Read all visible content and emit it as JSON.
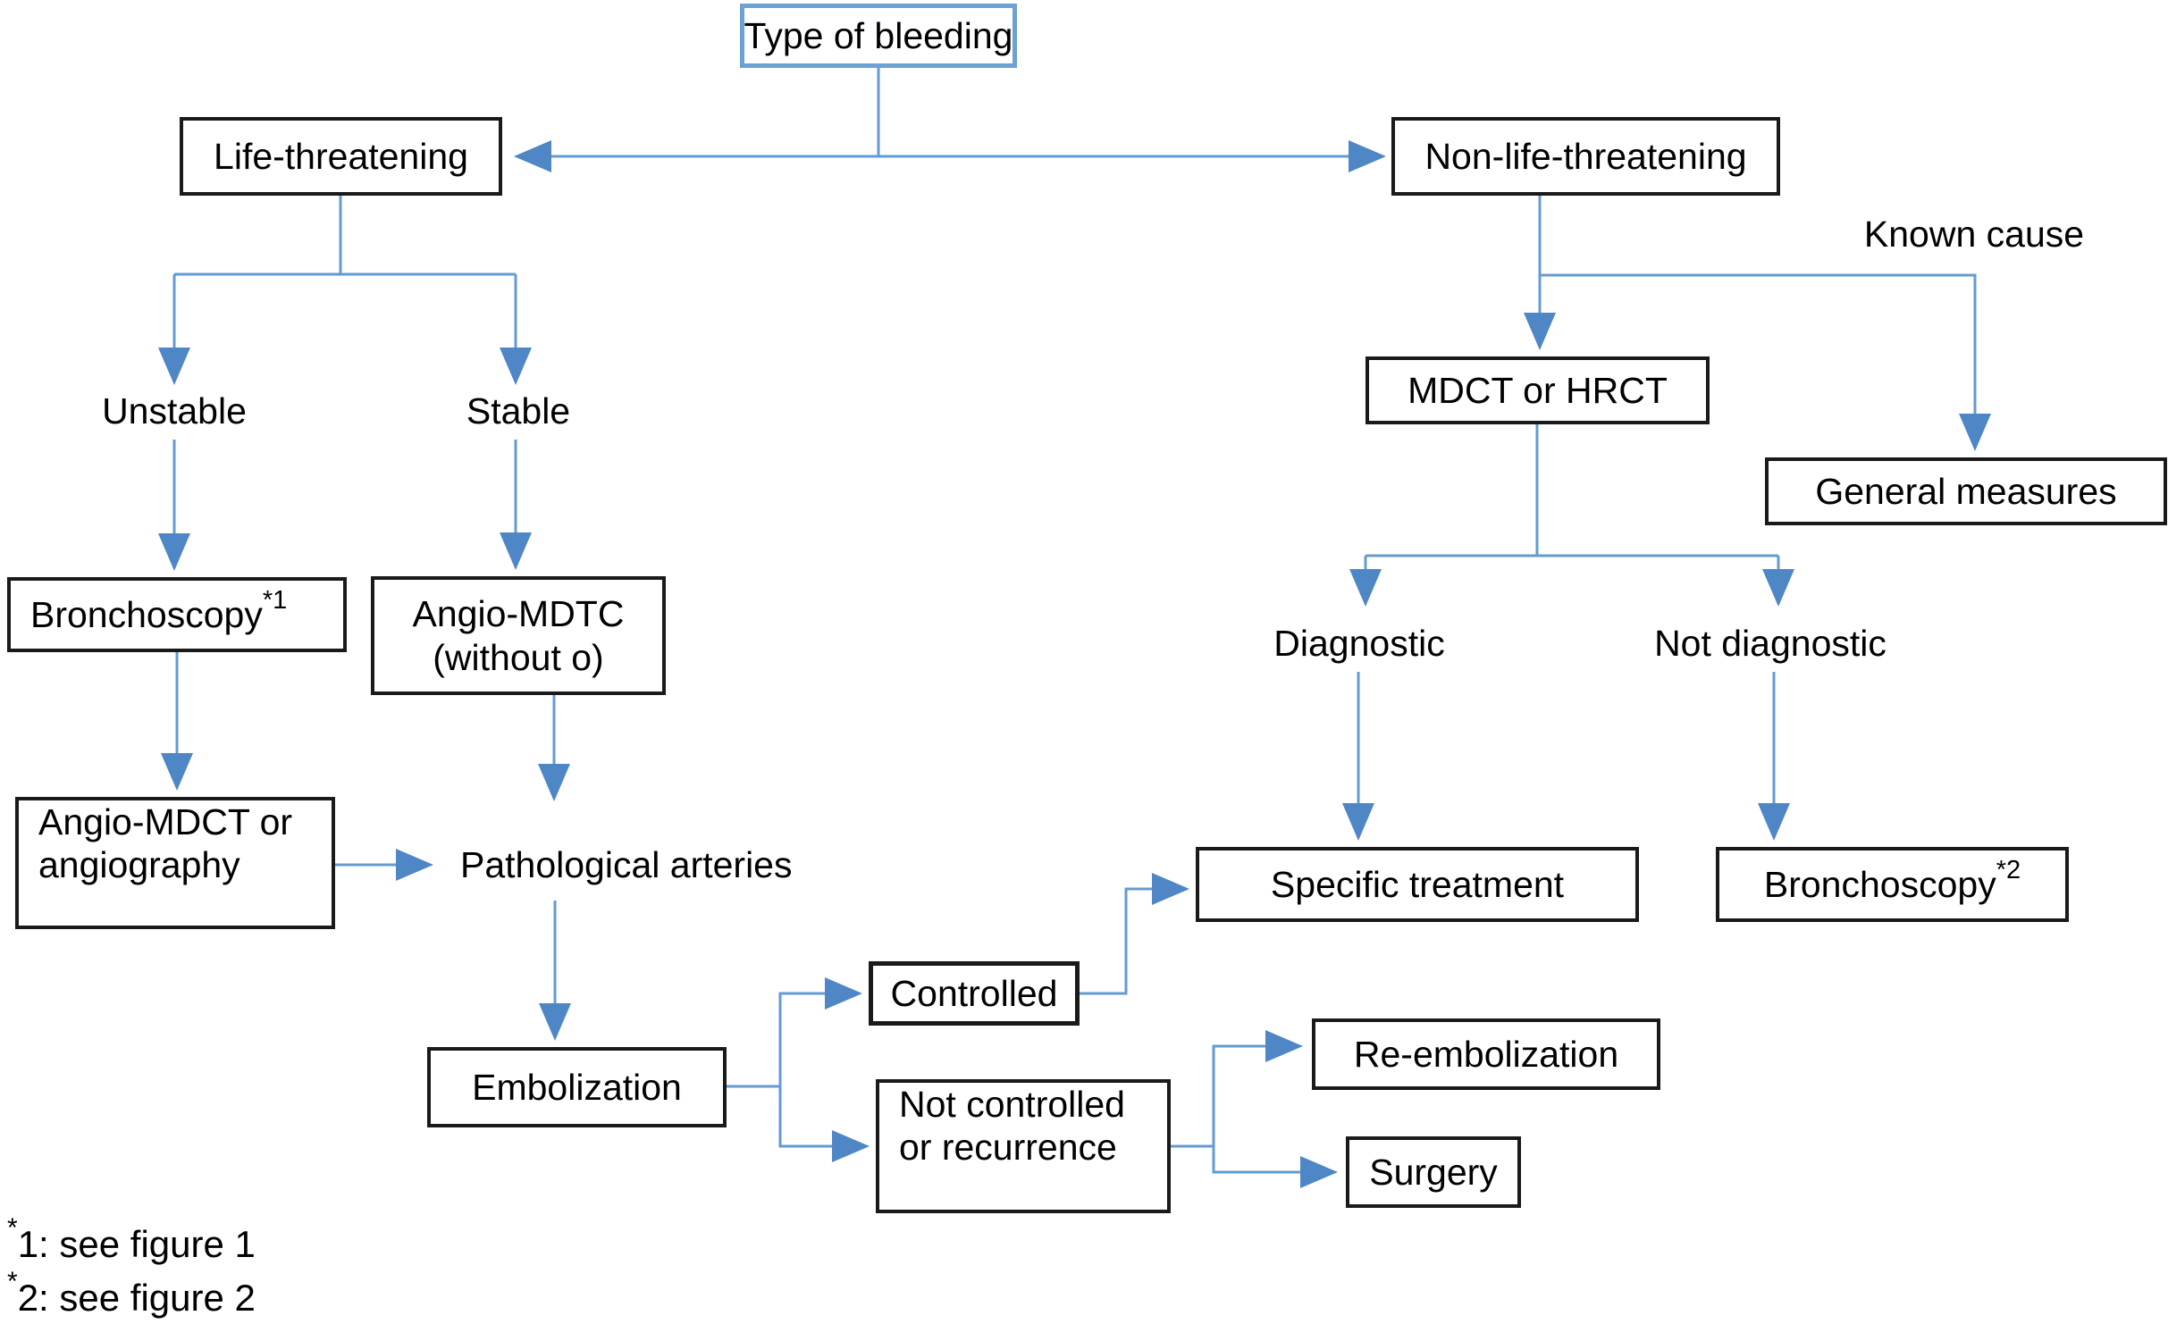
{
  "diagram": {
    "type": "flowchart",
    "topic": "Management algorithm by type of bleeding"
  },
  "nodes": {
    "type_of_bleeding": {
      "label": "Type of bleeding"
    },
    "life_threatening": {
      "label": "Life-threatening"
    },
    "non_life_threatening": {
      "label": "Non-life-threatening"
    },
    "mdct_or_hrct": {
      "label": "MDCT or HRCT"
    },
    "general_measures": {
      "label": "General measures"
    },
    "bronchoscopy_1": {
      "label": "Bronchoscopy",
      "sup": "*1"
    },
    "angio_mdtc": {
      "line1": "Angio-MDTC",
      "line2": "(without o)"
    },
    "angio_mdct_or_angiography": {
      "line1": "Angio-MDCT or",
      "line2": "angiography"
    },
    "specific_treatment": {
      "label": "Specific treatment"
    },
    "bronchoscopy_2": {
      "label": "Bronchoscopy",
      "sup": "*2"
    },
    "controlled": {
      "label": "Controlled"
    },
    "embolization": {
      "label": "Embolization"
    },
    "not_controlled": {
      "line1": "Not controlled",
      "line2": "or recurrence"
    },
    "re_embolization": {
      "label": "Re-embolization"
    },
    "surgery": {
      "label": "Surgery"
    }
  },
  "labels": {
    "unstable": "Unstable",
    "stable": "Stable",
    "known_cause": "Known cause",
    "diagnostic": "Diagnostic",
    "not_diagnostic": "Not diagnostic",
    "pathological_arteries": "Pathological arteries"
  },
  "footnotes": [
    {
      "sup": "*",
      "text": "1: see figure 1"
    },
    {
      "sup": "*",
      "text": "2: see figure 2"
    }
  ],
  "colors": {
    "connector": "#649bd0",
    "arrowhead": "#4f86c6",
    "box_border": "#1a1a1a",
    "highlight_box_border": "#6ba1d4",
    "background": "#ffffff",
    "text": "#000000"
  }
}
